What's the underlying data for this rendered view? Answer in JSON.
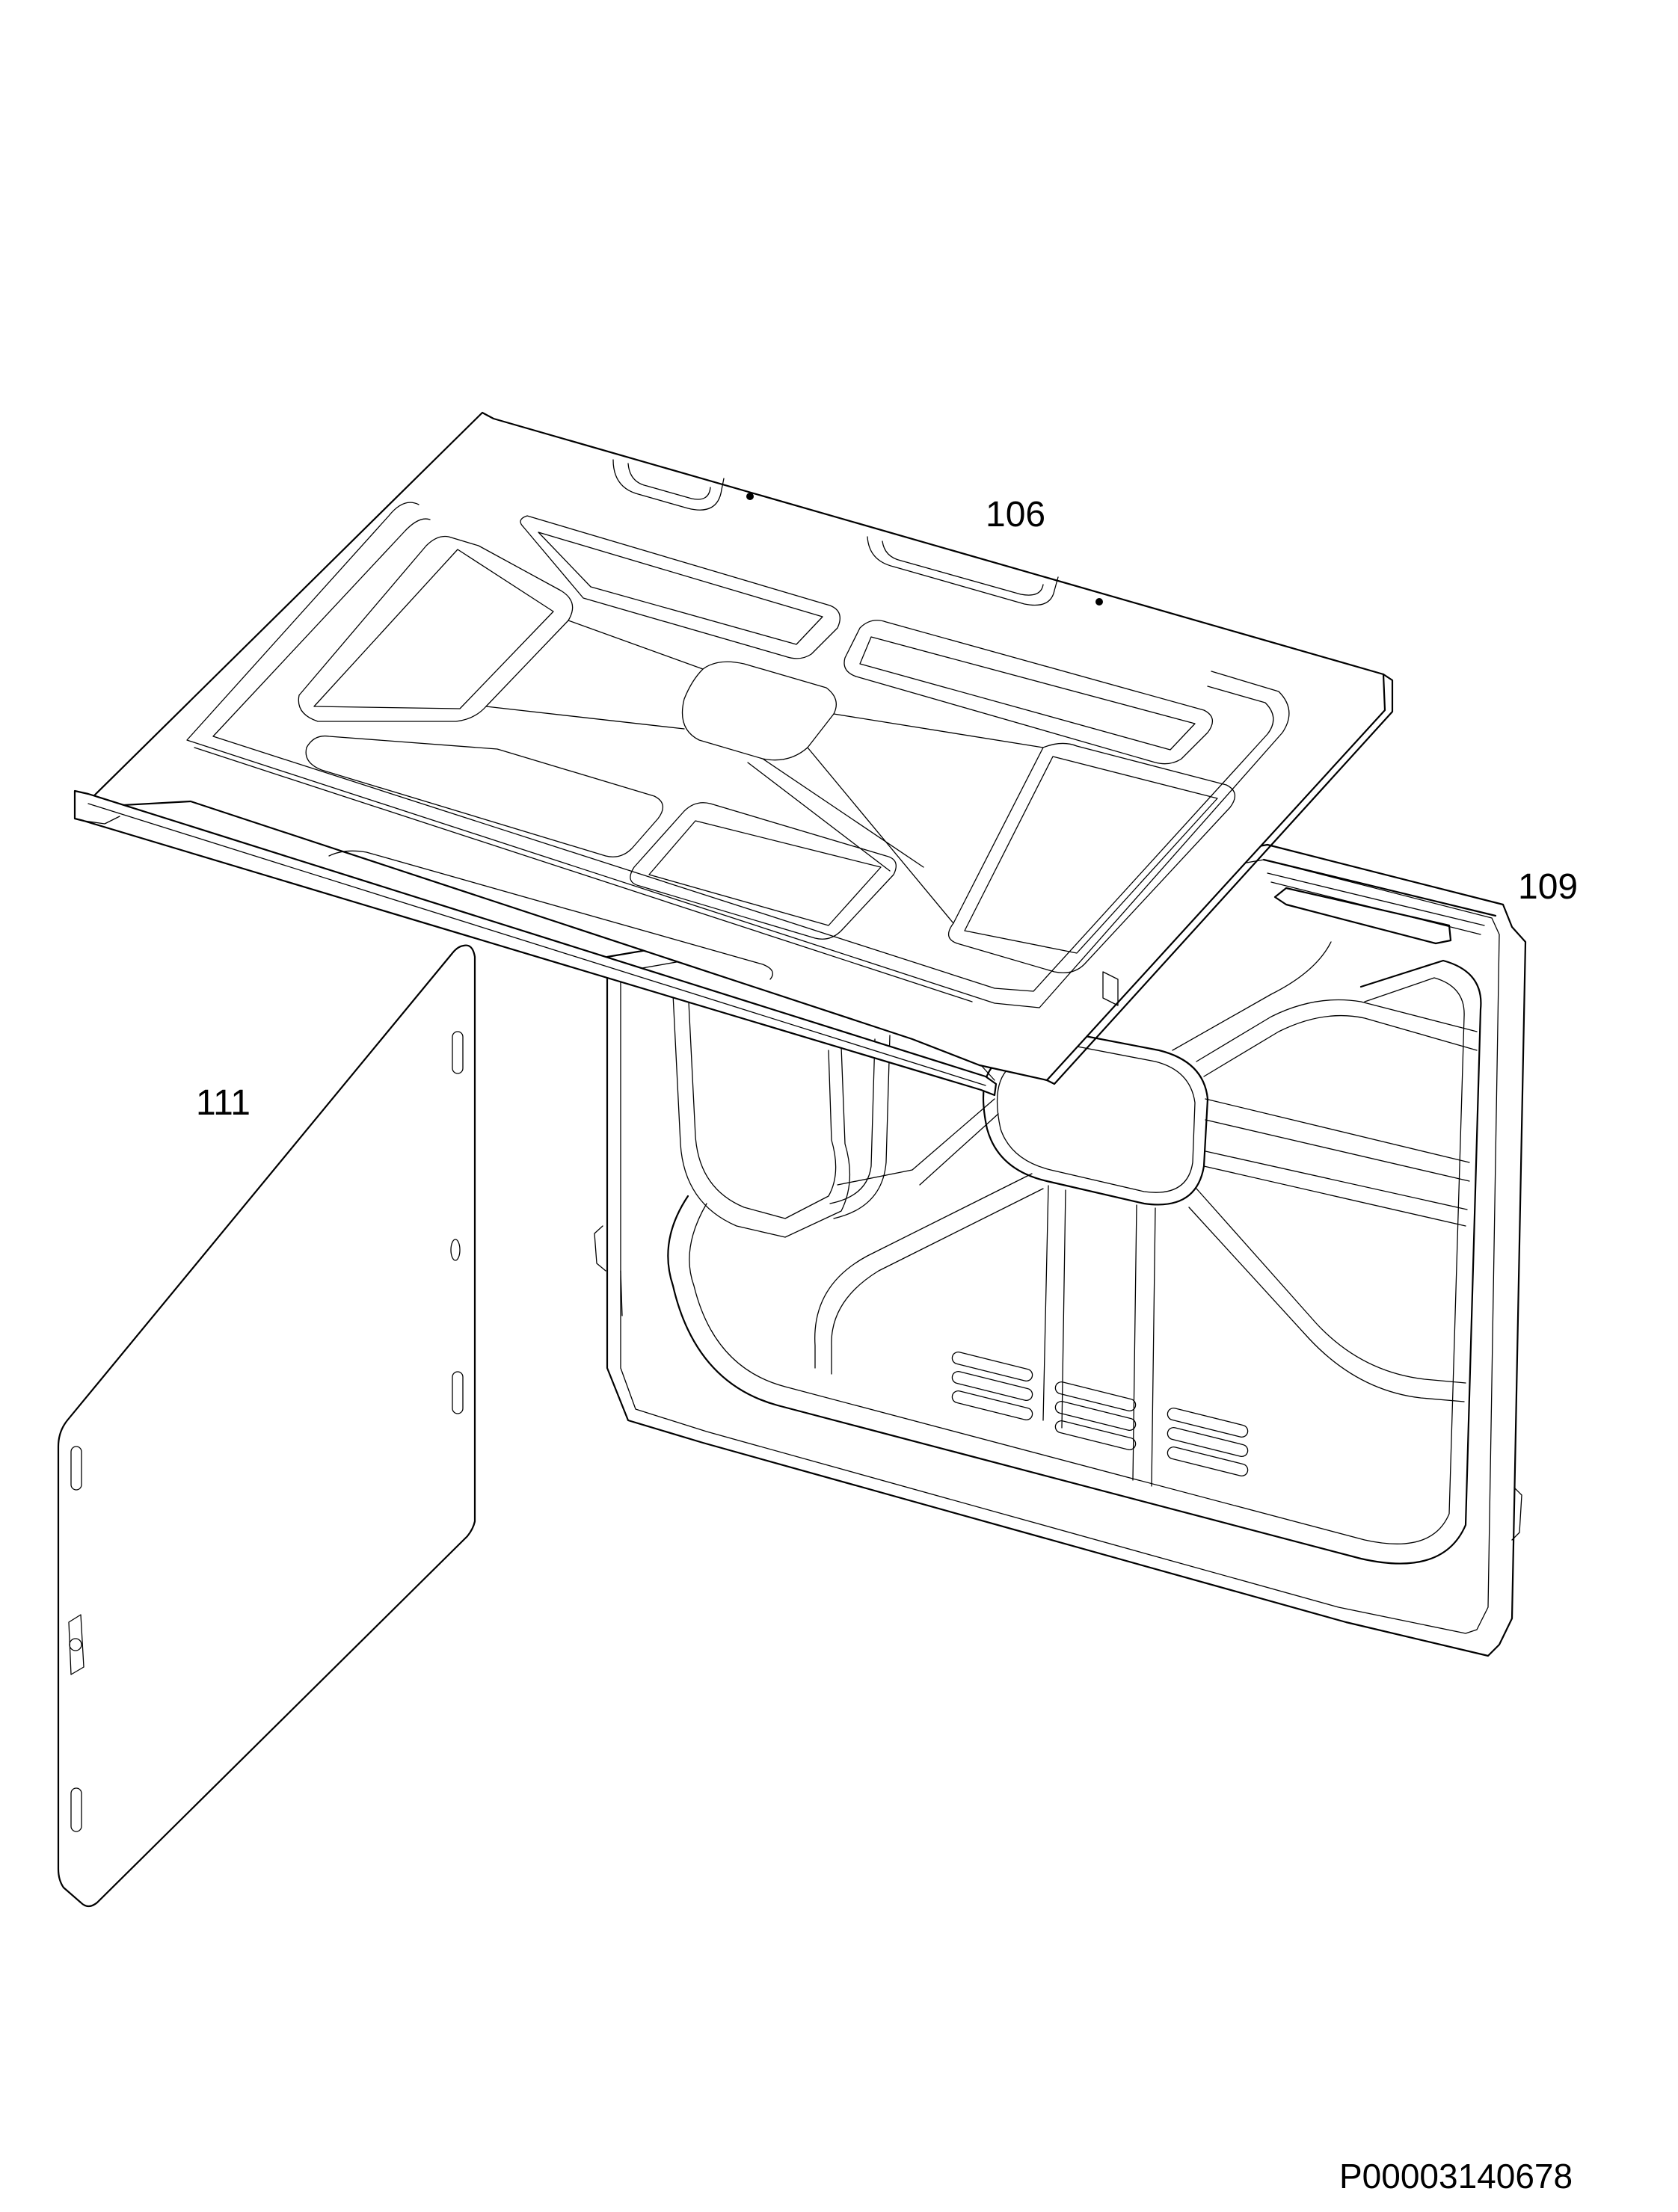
{
  "callouts": {
    "part_106": "106",
    "part_109": "109",
    "part_111": "111"
  },
  "drawing_code": "P00003140678",
  "colors": {
    "line": "#000000",
    "background": "#ffffff"
  }
}
